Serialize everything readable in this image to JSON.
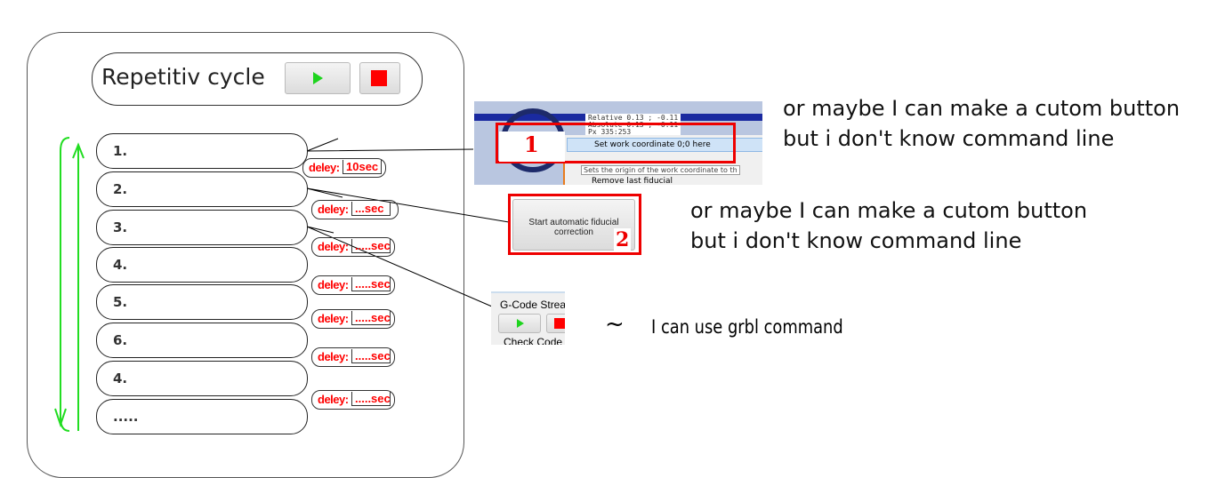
{
  "cycle": {
    "title": "Repetitiv cycle",
    "play_icon": "play-icon",
    "stop_icon": "stop-icon"
  },
  "steps": [
    "1.",
    "2.",
    "3.",
    "4.",
    "5.",
    "6.",
    "4.",
    "....."
  ],
  "delays": [
    {
      "label": "deley:",
      "value": "10sec"
    },
    {
      "label": "deley:",
      "value": "...sec"
    },
    {
      "label": "deley:",
      "value": ".....sec"
    },
    {
      "label": "deley:",
      "value": ".....sec"
    },
    {
      "label": "deley:",
      "value": ".....sec"
    },
    {
      "label": "deley:",
      "value": ".....sec"
    },
    {
      "label": "deley:",
      "value": ".....sec"
    }
  ],
  "shot1": {
    "relative": "Relative 0.13 ; -0.11",
    "absolute": "Absolute 0.13 ; -0.11",
    "px": "Px 335:253",
    "menu_item": "Set work coordinate 0;0 here",
    "tooltip": "Sets the origin of the work coordinate to th",
    "menu_item2": "Remove last fiducial",
    "badge": "1"
  },
  "shot2": {
    "button": "Start automatic fiducial correction",
    "badge": "2"
  },
  "shot3": {
    "group": "G-Code Stream",
    "check": "Check Code"
  },
  "notes": {
    "n1": [
      "or maybe I can  make a cutom button",
      "but i don't know command line"
    ],
    "n2": [
      "or maybe I can  make a cutom button",
      "but i don't know command line"
    ],
    "tilde": "~",
    "n3": "I can use grbl command"
  },
  "colors": {
    "accent_red": "#ff0000",
    "loop_green": "#00dd00"
  }
}
